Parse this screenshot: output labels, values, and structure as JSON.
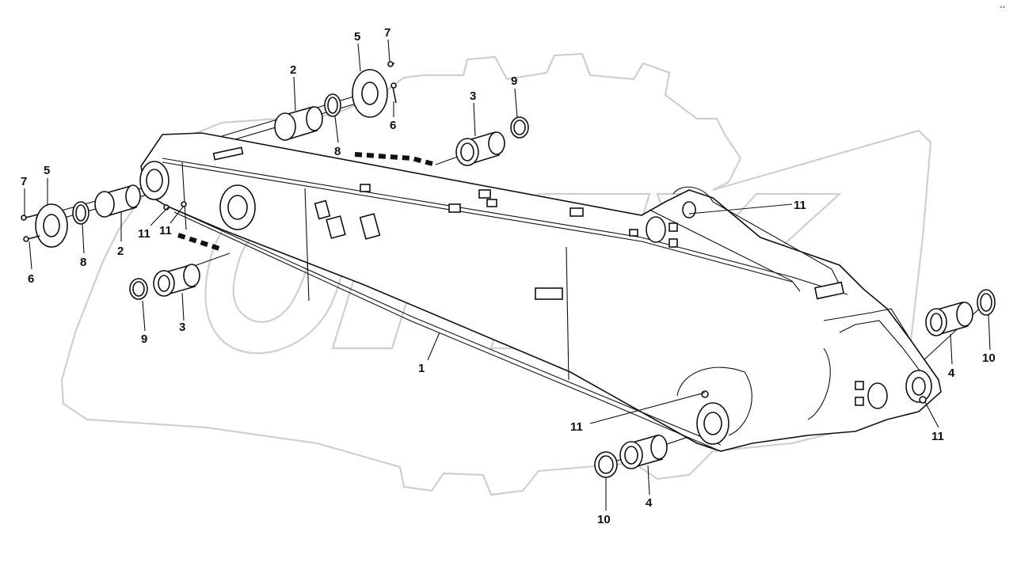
{
  "watermark": {
    "text": "OPEX",
    "color": "#cfcfcf",
    "icon": "gear-watermark-icon"
  },
  "corner_mark": "°°",
  "labels": [
    {
      "id": "c1",
      "text": "1"
    },
    {
      "id": "c2a",
      "text": "2"
    },
    {
      "id": "c2b",
      "text": "2"
    },
    {
      "id": "c3a",
      "text": "3"
    },
    {
      "id": "c3b",
      "text": "3"
    },
    {
      "id": "c4a",
      "text": "4"
    },
    {
      "id": "c4b",
      "text": "4"
    },
    {
      "id": "c5a",
      "text": "5"
    },
    {
      "id": "c5b",
      "text": "5"
    },
    {
      "id": "c6a",
      "text": "6"
    },
    {
      "id": "c6b",
      "text": "6"
    },
    {
      "id": "c7a",
      "text": "7"
    },
    {
      "id": "c7b",
      "text": "7"
    },
    {
      "id": "c8a",
      "text": "8"
    },
    {
      "id": "c8b",
      "text": "8"
    },
    {
      "id": "c9a",
      "text": "9"
    },
    {
      "id": "c9b",
      "text": "9"
    },
    {
      "id": "c10a",
      "text": "10"
    },
    {
      "id": "c10b",
      "text": "10"
    },
    {
      "id": "c11a",
      "text": "11"
    },
    {
      "id": "c11b",
      "text": "11"
    },
    {
      "id": "c11c",
      "text": "11"
    },
    {
      "id": "c11d",
      "text": "11"
    },
    {
      "id": "c11e",
      "text": "11"
    }
  ]
}
